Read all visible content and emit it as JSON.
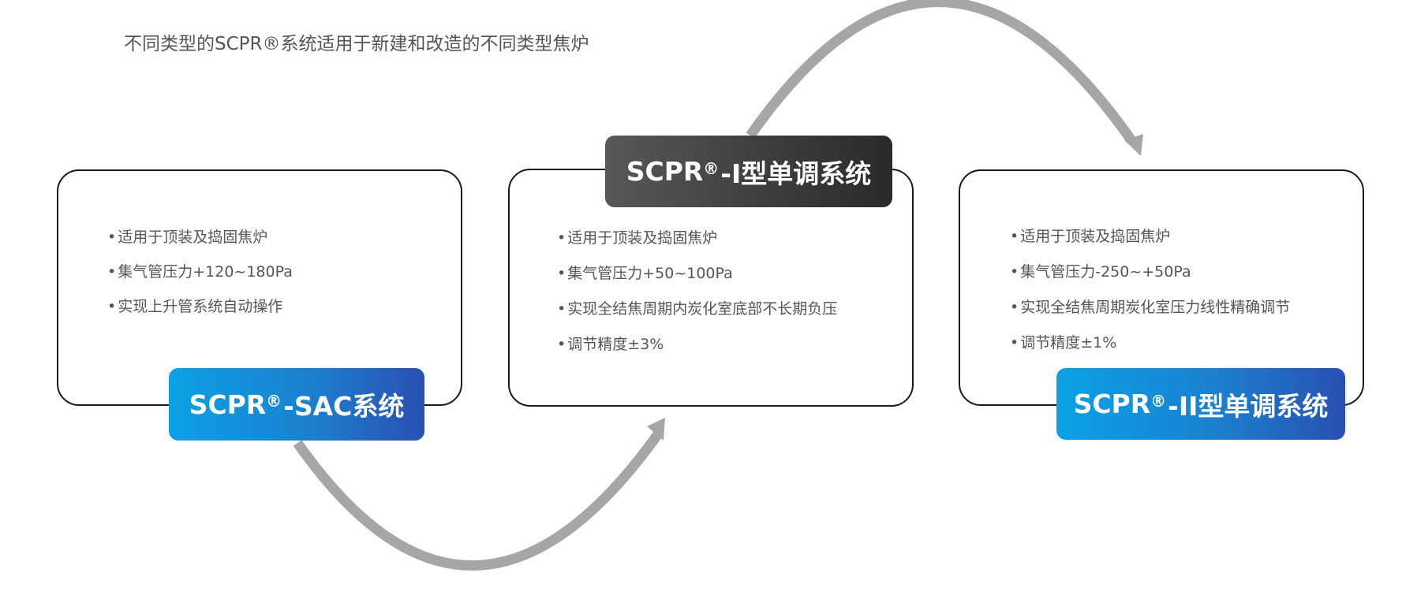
{
  "page": {
    "title": "不同类型的SCPR®系统适用于新建和改造的不同类型焦炉"
  },
  "colors": {
    "text": "#555555",
    "border": "#1a1a1a",
    "arrow": "#a6a6a6",
    "blue_start": "#0aa2e4",
    "blue_end": "#2a4fb2",
    "dark_start": "#585858",
    "dark_end": "#2a2a2a"
  },
  "cards": [
    {
      "tag_prefix": "SCPR",
      "tag_reg": "®",
      "tag_suffix": "-SAC系统",
      "bullets": [
        "适用于顶装及捣固焦炉",
        "集气管压力+120~180Pa",
        "实现上升管系统自动操作"
      ]
    },
    {
      "tag_prefix": "SCPR",
      "tag_reg": "®",
      "tag_suffix": "-I型单调系统",
      "bullets": [
        "适用于顶装及捣固焦炉",
        "集气管压力+50~100Pa",
        "实现全结焦周期内炭化室底部不长期负压",
        "调节精度±3%"
      ]
    },
    {
      "tag_prefix": "SCPR",
      "tag_reg": "®",
      "tag_suffix": "-II型单调系统",
      "bullets": [
        "适用于顶装及捣固焦炉",
        "集气管压力-250~+50Pa",
        "实现全结焦周期炭化室压力线性精确调节",
        "调节精度±1%"
      ]
    }
  ]
}
